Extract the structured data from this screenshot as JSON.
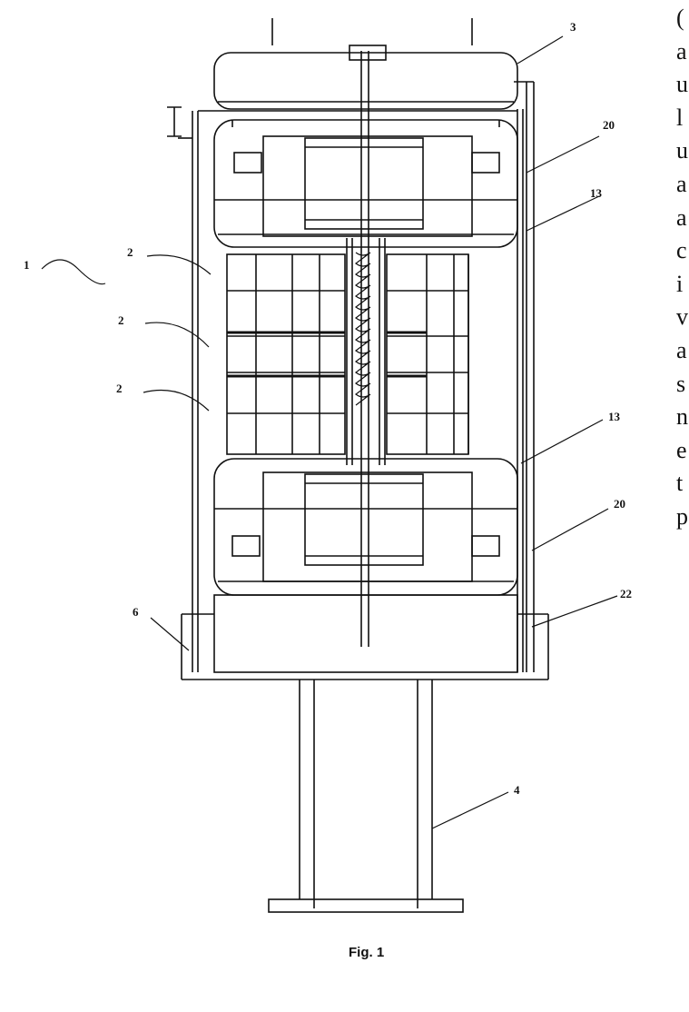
{
  "figure": {
    "caption": "Fig. 1",
    "labels": {
      "l1": "1",
      "l2a": "2",
      "l2b": "2",
      "l2c": "2",
      "l3": "3",
      "l4": "4",
      "l6": "6",
      "l13a": "13",
      "l13b": "13",
      "l20a": "20",
      "l20b": "20",
      "l22": "22"
    }
  },
  "side_text": [
    "(",
    "a",
    "u",
    "l",
    "u",
    "a",
    "a",
    "c",
    "i",
    "v",
    "a",
    "s",
    "n",
    "e",
    "t",
    "p"
  ],
  "colors": {
    "ink": "#111111",
    "paper": "#ffffff"
  }
}
